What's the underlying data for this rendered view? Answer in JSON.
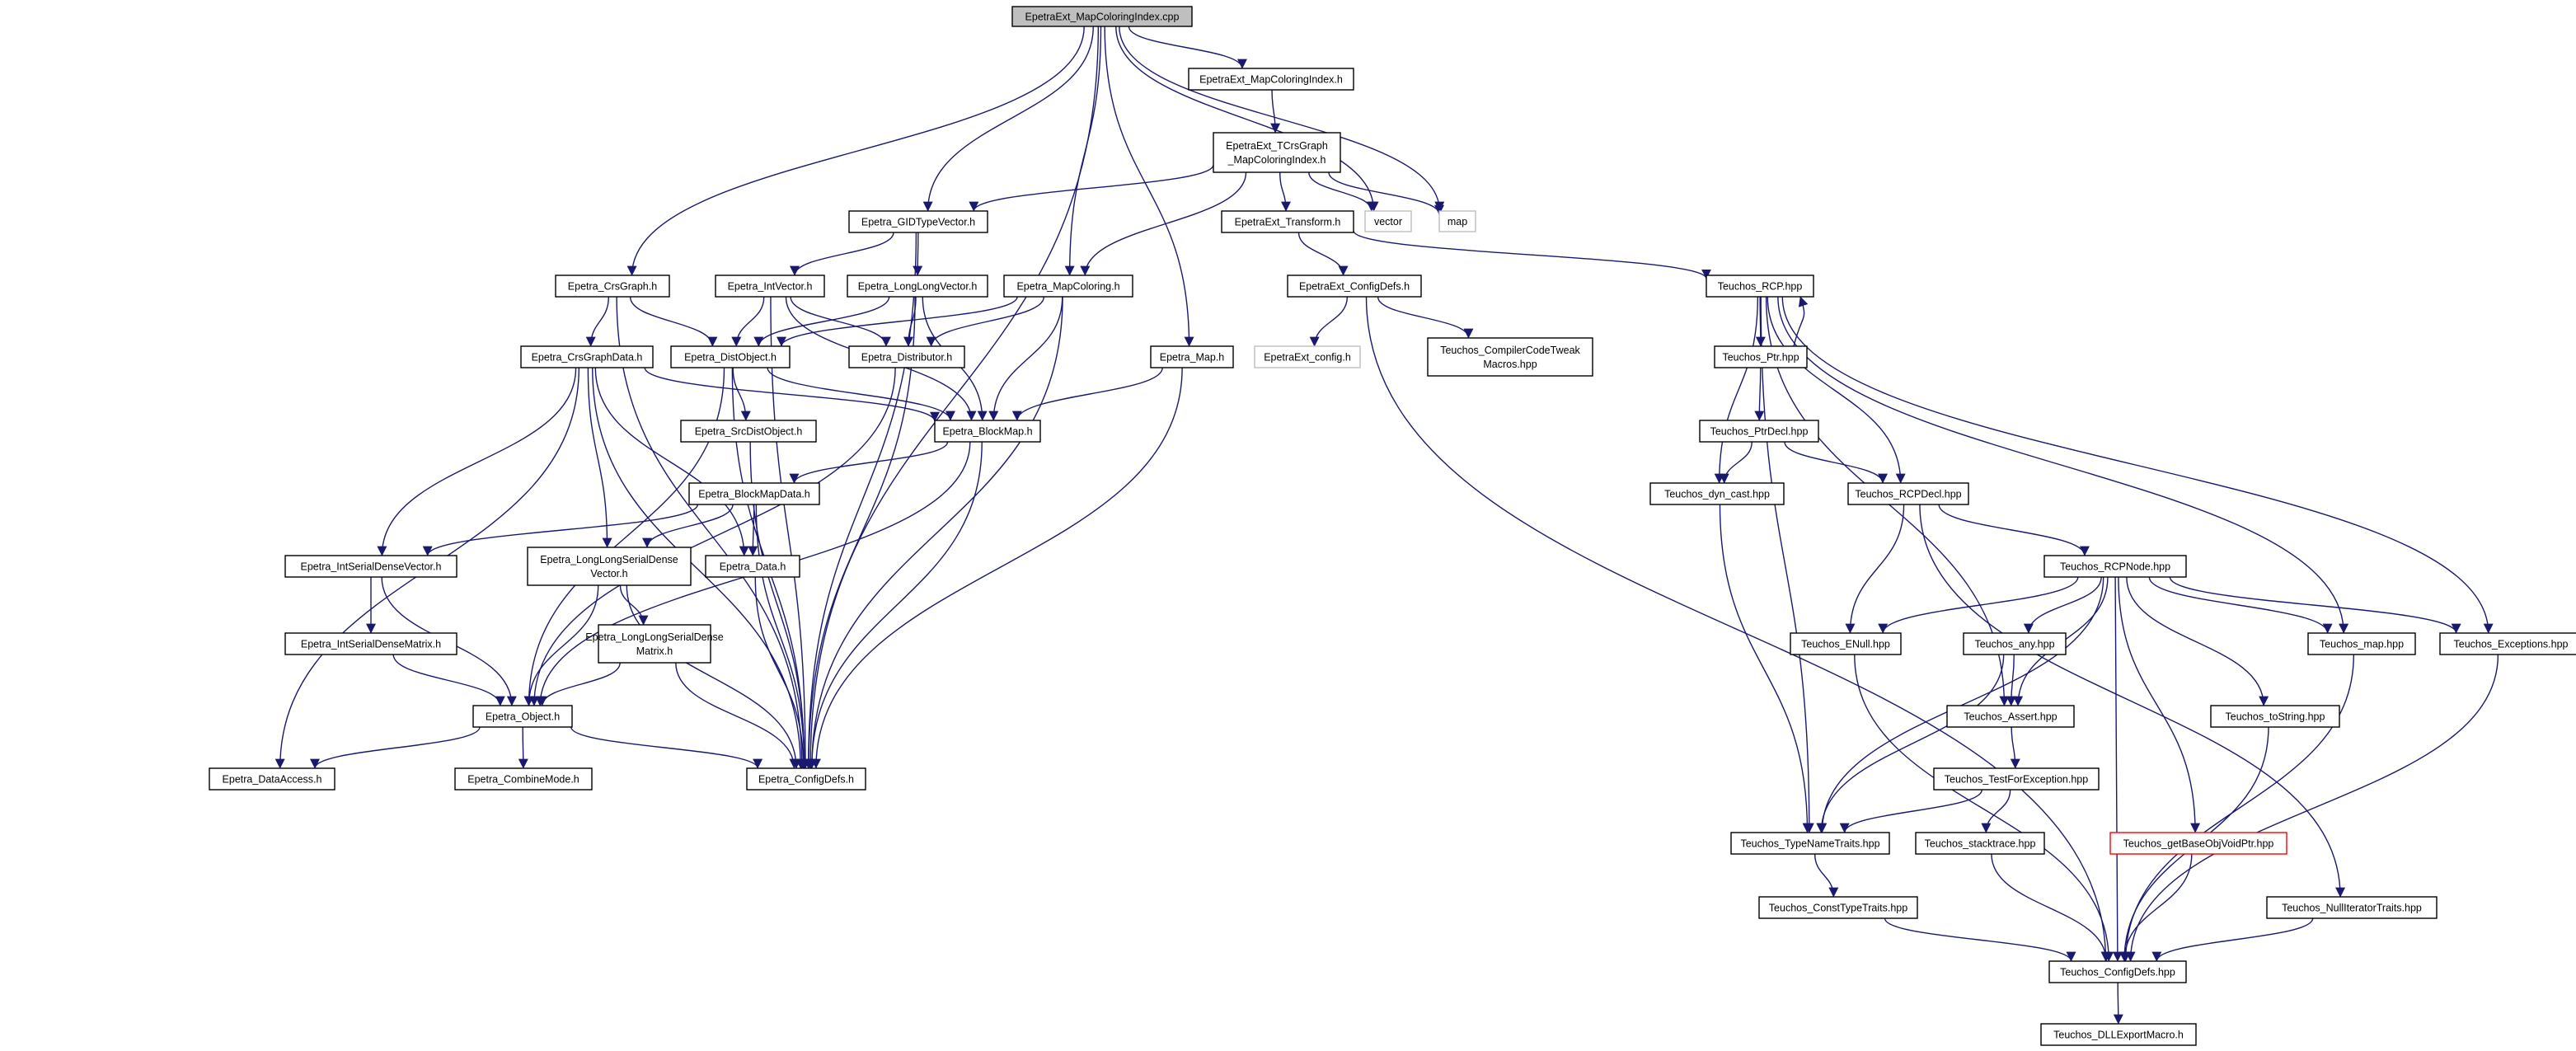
{
  "colors": {
    "edge": "#191970",
    "node_border": "#000000",
    "node_border_missing": "#bfbfbf",
    "node_border_truncated": "#ff0000",
    "root_fill": "#bfbfbf",
    "node_fill": "#ffffff"
  },
  "nodes": [
    {
      "id": "root",
      "lines": [
        "EpetraExt_MapColoringIndex.cpp"
      ],
      "style": "root"
    },
    {
      "id": "eext_mci_h",
      "lines": [
        "EpetraExt_MapColoringIndex.h"
      ],
      "style": "normal"
    },
    {
      "id": "eext_tcrs",
      "lines": [
        "EpetraExt_TCrsGraph",
        "_MapColoringIndex.h"
      ],
      "style": "normal"
    },
    {
      "id": "vector",
      "lines": [
        "vector"
      ],
      "style": "missing"
    },
    {
      "id": "map",
      "lines": [
        "map"
      ],
      "style": "missing"
    },
    {
      "id": "gidtv",
      "lines": [
        "Epetra_GIDTypeVector.h"
      ],
      "style": "normal"
    },
    {
      "id": "eext_transform",
      "lines": [
        "EpetraExt_Transform.h"
      ],
      "style": "normal"
    },
    {
      "id": "crsgraph",
      "lines": [
        "Epetra_CrsGraph.h"
      ],
      "style": "normal"
    },
    {
      "id": "intvector",
      "lines": [
        "Epetra_IntVector.h"
      ],
      "style": "normal"
    },
    {
      "id": "llvector",
      "lines": [
        "Epetra_LongLongVector.h"
      ],
      "style": "normal"
    },
    {
      "id": "mapcoloring",
      "lines": [
        "Epetra_MapColoring.h"
      ],
      "style": "normal"
    },
    {
      "id": "eext_configdefs",
      "lines": [
        "EpetraExt_ConfigDefs.h"
      ],
      "style": "normal"
    },
    {
      "id": "teuchos_rcp",
      "lines": [
        "Teuchos_RCP.hpp"
      ],
      "style": "normal"
    },
    {
      "id": "crsgraphdata",
      "lines": [
        "Epetra_CrsGraphData.h"
      ],
      "style": "normal"
    },
    {
      "id": "distobject",
      "lines": [
        "Epetra_DistObject.h"
      ],
      "style": "normal"
    },
    {
      "id": "distributor",
      "lines": [
        "Epetra_Distributor.h"
      ],
      "style": "normal"
    },
    {
      "id": "epetra_map",
      "lines": [
        "Epetra_Map.h"
      ],
      "style": "normal"
    },
    {
      "id": "eext_config",
      "lines": [
        "EpetraExt_config.h"
      ],
      "style": "missing"
    },
    {
      "id": "compilercodetweak",
      "lines": [
        "Teuchos_CompilerCodeTweak",
        "Macros.hpp"
      ],
      "style": "normal"
    },
    {
      "id": "teuchos_ptr",
      "lines": [
        "Teuchos_Ptr.hpp"
      ],
      "style": "normal"
    },
    {
      "id": "srcdistobject",
      "lines": [
        "Epetra_SrcDistObject.h"
      ],
      "style": "normal"
    },
    {
      "id": "blockmap",
      "lines": [
        "Epetra_BlockMap.h"
      ],
      "style": "normal"
    },
    {
      "id": "teuchos_ptrdecl",
      "lines": [
        "Teuchos_PtrDecl.hpp"
      ],
      "style": "normal"
    },
    {
      "id": "blockmapdata",
      "lines": [
        "Epetra_BlockMapData.h"
      ],
      "style": "normal"
    },
    {
      "id": "teuchos_dyncast",
      "lines": [
        "Teuchos_dyn_cast.hpp"
      ],
      "style": "normal"
    },
    {
      "id": "teuchos_rcpdecl",
      "lines": [
        "Teuchos_RCPDecl.hpp"
      ],
      "style": "normal"
    },
    {
      "id": "intserialdensevector",
      "lines": [
        "Epetra_IntSerialDenseVector.h"
      ],
      "style": "normal"
    },
    {
      "id": "llsdvector",
      "lines": [
        "Epetra_LongLongSerialDense",
        "Vector.h"
      ],
      "style": "normal"
    },
    {
      "id": "epetra_data",
      "lines": [
        "Epetra_Data.h"
      ],
      "style": "normal"
    },
    {
      "id": "teuchos_rcpnode",
      "lines": [
        "Teuchos_RCPNode.hpp"
      ],
      "style": "normal"
    },
    {
      "id": "intserialdensematrix",
      "lines": [
        "Epetra_IntSerialDenseMatrix.h"
      ],
      "style": "normal"
    },
    {
      "id": "llsdmatrix",
      "lines": [
        "Epetra_LongLongSerialDense",
        "Matrix.h"
      ],
      "style": "normal"
    },
    {
      "id": "teuchos_enull",
      "lines": [
        "Teuchos_ENull.hpp"
      ],
      "style": "normal"
    },
    {
      "id": "teuchos_any",
      "lines": [
        "Teuchos_any.hpp"
      ],
      "style": "normal"
    },
    {
      "id": "teuchos_map",
      "lines": [
        "Teuchos_map.hpp"
      ],
      "style": "normal"
    },
    {
      "id": "teuchos_exceptions",
      "lines": [
        "Teuchos_Exceptions.hpp"
      ],
      "style": "normal"
    },
    {
      "id": "epetra_object",
      "lines": [
        "Epetra_Object.h"
      ],
      "style": "normal"
    },
    {
      "id": "teuchos_assert",
      "lines": [
        "Teuchos_Assert.hpp"
      ],
      "style": "normal"
    },
    {
      "id": "teuchos_tostring",
      "lines": [
        "Teuchos_toString.hpp"
      ],
      "style": "normal"
    },
    {
      "id": "dataaccess",
      "lines": [
        "Epetra_DataAccess.h"
      ],
      "style": "normal"
    },
    {
      "id": "combinemode",
      "lines": [
        "Epetra_CombineMode.h"
      ],
      "style": "normal"
    },
    {
      "id": "epetra_configdefs",
      "lines": [
        "Epetra_ConfigDefs.h"
      ],
      "style": "normal"
    },
    {
      "id": "teuchos_testforexception",
      "lines": [
        "Teuchos_TestForException.hpp"
      ],
      "style": "normal"
    },
    {
      "id": "teuchos_typenametraits",
      "lines": [
        "Teuchos_TypeNameTraits.hpp"
      ],
      "style": "normal"
    },
    {
      "id": "teuchos_stacktrace",
      "lines": [
        "Teuchos_stacktrace.hpp"
      ],
      "style": "normal"
    },
    {
      "id": "teuchos_getbaseobjvoidptr",
      "lines": [
        "Teuchos_getBaseObjVoidPtr.hpp"
      ],
      "style": "truncated"
    },
    {
      "id": "teuchos_consttypetraits",
      "lines": [
        "Teuchos_ConstTypeTraits.hpp"
      ],
      "style": "normal"
    },
    {
      "id": "teuchos_nulliteratortraits",
      "lines": [
        "Teuchos_NullIteratorTraits.hpp"
      ],
      "style": "normal"
    },
    {
      "id": "teuchos_configdefs",
      "lines": [
        "Teuchos_ConfigDefs.hpp"
      ],
      "style": "normal"
    },
    {
      "id": "teuchos_dllexportmacro",
      "lines": [
        "Teuchos_DLLExportMacro.h"
      ],
      "style": "normal"
    }
  ],
  "edges": [
    [
      "root",
      "eext_mci_h"
    ],
    [
      "root",
      "vector"
    ],
    [
      "root",
      "map"
    ],
    [
      "root",
      "gidtv"
    ],
    [
      "root",
      "crsgraph"
    ],
    [
      "root",
      "mapcoloring"
    ],
    [
      "root",
      "epetra_map"
    ],
    [
      "root",
      "epetra_configdefs"
    ],
    [
      "eext_mci_h",
      "eext_tcrs"
    ],
    [
      "eext_tcrs",
      "gidtv"
    ],
    [
      "eext_tcrs",
      "mapcoloring"
    ],
    [
      "eext_tcrs",
      "eext_transform"
    ],
    [
      "eext_tcrs",
      "vector"
    ],
    [
      "eext_tcrs",
      "map"
    ],
    [
      "gidtv",
      "intvector"
    ],
    [
      "gidtv",
      "llvector"
    ],
    [
      "gidtv",
      "epetra_configdefs"
    ],
    [
      "eext_transform",
      "eext_configdefs"
    ],
    [
      "eext_transform",
      "teuchos_rcp"
    ],
    [
      "crsgraph",
      "crsgraphdata"
    ],
    [
      "crsgraph",
      "distobject"
    ],
    [
      "crsgraph",
      "epetra_configdefs"
    ],
    [
      "intvector",
      "distobject"
    ],
    [
      "intvector",
      "distributor"
    ],
    [
      "intvector",
      "blockmap"
    ],
    [
      "intvector",
      "epetra_configdefs"
    ],
    [
      "llvector",
      "distobject"
    ],
    [
      "llvector",
      "distributor"
    ],
    [
      "llvector",
      "blockmap"
    ],
    [
      "llvector",
      "epetra_configdefs"
    ],
    [
      "mapcoloring",
      "distobject"
    ],
    [
      "mapcoloring",
      "distributor"
    ],
    [
      "mapcoloring",
      "blockmap"
    ],
    [
      "mapcoloring",
      "epetra_configdefs"
    ],
    [
      "eext_configdefs",
      "eext_config"
    ],
    [
      "eext_configdefs",
      "compilercodetweak"
    ],
    [
      "eext_configdefs",
      "teuchos_configdefs"
    ],
    [
      "teuchos_rcp",
      "teuchos_ptr"
    ],
    [
      "teuchos_rcp",
      "teuchos_dyncast"
    ],
    [
      "teuchos_rcp",
      "teuchos_rcpdecl"
    ],
    [
      "teuchos_rcp",
      "teuchos_map"
    ],
    [
      "teuchos_rcp",
      "teuchos_exceptions"
    ],
    [
      "teuchos_rcp",
      "teuchos_assert"
    ],
    [
      "teuchos_rcp",
      "teuchos_typenametraits"
    ],
    [
      "crsgraphdata",
      "blockmap"
    ],
    [
      "crsgraphdata",
      "intserialdensevector"
    ],
    [
      "crsgraphdata",
      "llsdvector"
    ],
    [
      "crsgraphdata",
      "epetra_data"
    ],
    [
      "crsgraphdata",
      "dataaccess"
    ],
    [
      "crsgraphdata",
      "epetra_configdefs"
    ],
    [
      "distobject",
      "srcdistobject"
    ],
    [
      "distobject",
      "blockmap"
    ],
    [
      "distobject",
      "epetra_object"
    ],
    [
      "distobject",
      "epetra_configdefs"
    ],
    [
      "distributor",
      "epetra_object"
    ],
    [
      "epetra_map",
      "blockmap"
    ],
    [
      "epetra_map",
      "epetra_configdefs"
    ],
    [
      "teuchos_ptr",
      "teuchos_rcp"
    ],
    [
      "teuchos_ptr",
      "teuchos_ptrdecl"
    ],
    [
      "srcdistobject",
      "epetra_configdefs"
    ],
    [
      "blockmap",
      "blockmapdata"
    ],
    [
      "blockmap",
      "epetra_object"
    ],
    [
      "blockmap",
      "epetra_configdefs"
    ],
    [
      "teuchos_ptrdecl",
      "teuchos_dyncast"
    ],
    [
      "teuchos_ptrdecl",
      "teuchos_rcpdecl"
    ],
    [
      "blockmapdata",
      "intserialdensevector"
    ],
    [
      "blockmapdata",
      "llsdvector"
    ],
    [
      "blockmapdata",
      "epetra_data"
    ],
    [
      "blockmapdata",
      "epetra_configdefs"
    ],
    [
      "teuchos_dyncast",
      "teuchos_typenametraits"
    ],
    [
      "teuchos_rcpdecl",
      "teuchos_rcpnode"
    ],
    [
      "teuchos_rcpdecl",
      "teuchos_enull"
    ],
    [
      "teuchos_rcpdecl",
      "teuchos_nulliteratortraits"
    ],
    [
      "intserialdensevector",
      "intserialdensematrix"
    ],
    [
      "intserialdensevector",
      "epetra_object"
    ],
    [
      "llsdvector",
      "llsdmatrix"
    ],
    [
      "llsdvector",
      "epetra_object"
    ],
    [
      "llsdvector",
      "epetra_configdefs"
    ],
    [
      "epetra_data",
      "epetra_configdefs"
    ],
    [
      "teuchos_rcpnode",
      "teuchos_enull"
    ],
    [
      "teuchos_rcpnode",
      "teuchos_any"
    ],
    [
      "teuchos_rcpnode",
      "teuchos_map"
    ],
    [
      "teuchos_rcpnode",
      "teuchos_exceptions"
    ],
    [
      "teuchos_rcpnode",
      "teuchos_assert"
    ],
    [
      "teuchos_rcpnode",
      "teuchos_tostring"
    ],
    [
      "teuchos_rcpnode",
      "teuchos_typenametraits"
    ],
    [
      "teuchos_rcpnode",
      "teuchos_getbaseobjvoidptr"
    ],
    [
      "teuchos_rcpnode",
      "teuchos_configdefs"
    ],
    [
      "intserialdensematrix",
      "epetra_object"
    ],
    [
      "llsdmatrix",
      "epetra_object"
    ],
    [
      "llsdmatrix",
      "epetra_configdefs"
    ],
    [
      "teuchos_enull",
      "teuchos_configdefs"
    ],
    [
      "teuchos_any",
      "teuchos_assert"
    ],
    [
      "teuchos_any",
      "teuchos_typenametraits"
    ],
    [
      "teuchos_map",
      "teuchos_configdefs"
    ],
    [
      "teuchos_exceptions",
      "teuchos_configdefs"
    ],
    [
      "epetra_object",
      "dataaccess"
    ],
    [
      "epetra_object",
      "combinemode"
    ],
    [
      "epetra_object",
      "epetra_configdefs"
    ],
    [
      "teuchos_assert",
      "teuchos_testforexception"
    ],
    [
      "teuchos_tostring",
      "teuchos_configdefs"
    ],
    [
      "teuchos_testforexception",
      "teuchos_typenametraits"
    ],
    [
      "teuchos_testforexception",
      "teuchos_stacktrace"
    ],
    [
      "teuchos_typenametraits",
      "teuchos_consttypetraits"
    ],
    [
      "teuchos_stacktrace",
      "teuchos_configdefs"
    ],
    [
      "teuchos_getbaseobjvoidptr",
      "teuchos_configdefs"
    ],
    [
      "teuchos_consttypetraits",
      "teuchos_configdefs"
    ],
    [
      "teuchos_nulliteratortraits",
      "teuchos_configdefs"
    ],
    [
      "teuchos_configdefs",
      "teuchos_dllexportmacro"
    ]
  ]
}
